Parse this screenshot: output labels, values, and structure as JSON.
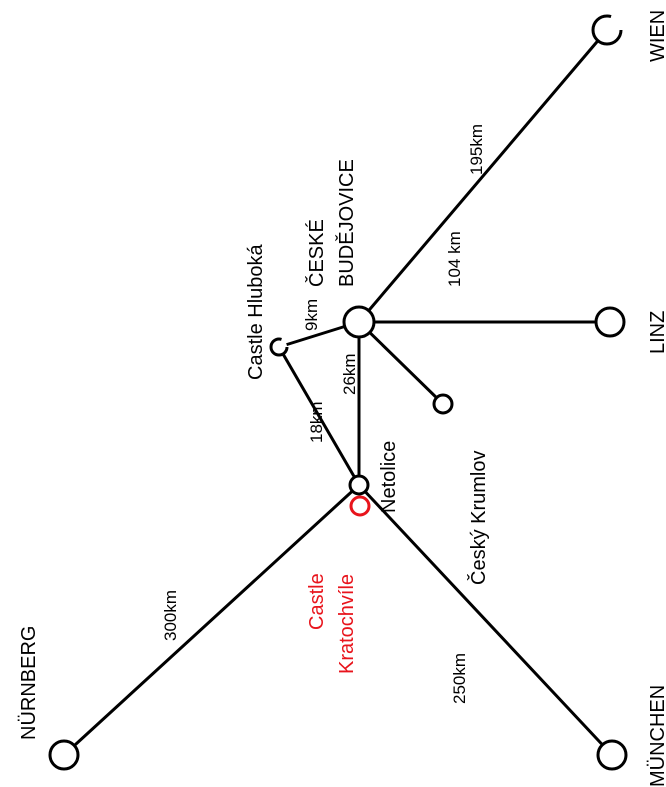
{
  "colors": {
    "line": "#000000",
    "highlight": "#e8141c",
    "background": "#ffffff"
  },
  "places": {
    "nurnberg": "NÜRNBERG",
    "munchen": "MÜNCHEN",
    "linz": "LINZ",
    "wien": "WIEN",
    "ceske_1": "ČESKÉ",
    "ceske_2": "BUDĚJOVICE",
    "hluboka": "Castle Hluboká",
    "krumlov": "Český Krumlov",
    "netolice": "Netolice",
    "kratochvile_1": "Castle",
    "kratochvile_2": "Kratochvíle"
  },
  "distances": {
    "nurnberg": "300km",
    "munchen": "250km",
    "hluboka_netolice": "18km",
    "ceske_netolice": "26km",
    "ceske_hluboka": "9km",
    "linz": "104 km",
    "wien": "195km"
  }
}
